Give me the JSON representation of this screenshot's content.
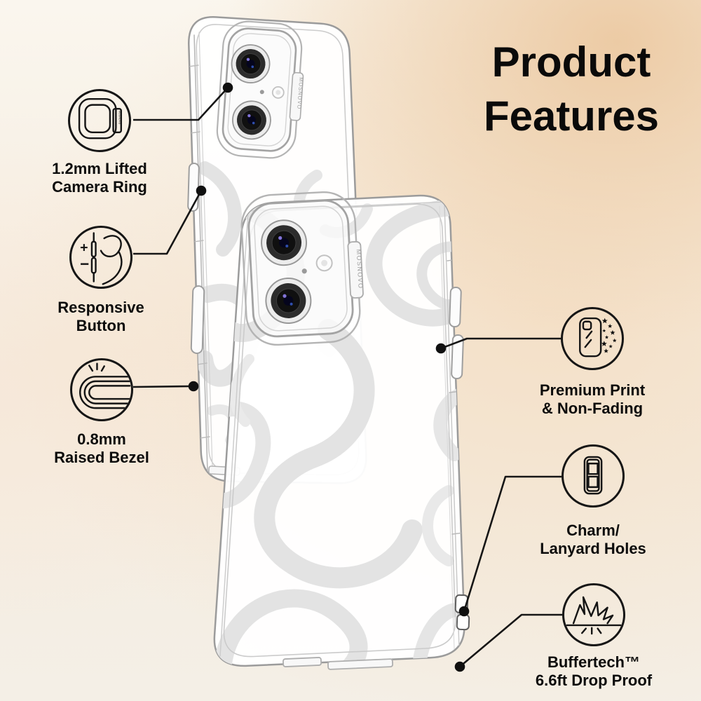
{
  "title": {
    "lines": [
      "Product",
      "Features"
    ]
  },
  "brand": "MOSNOVO",
  "features": [
    {
      "id": "lifted-camera-ring",
      "icon": "camera-ring-icon",
      "lines": [
        "1.2mm Lifted",
        "Camera Ring"
      ]
    },
    {
      "id": "responsive-button",
      "icon": "responsive-button-icon",
      "lines": [
        "Responsive",
        "Button"
      ],
      "plus": "+",
      "minus": "−"
    },
    {
      "id": "raised-bezel",
      "icon": "raised-bezel-icon",
      "lines": [
        "0.8mm",
        "Raised Bezel"
      ]
    },
    {
      "id": "premium-print",
      "icon": "premium-print-icon",
      "lines": [
        "Premium Print",
        "& Non-Fading"
      ]
    },
    {
      "id": "charm-lanyard-holes",
      "icon": "charm-lanyard-icon",
      "lines": [
        "Charm/",
        "Lanyard Holes"
      ]
    },
    {
      "id": "buffertech-drop-proof",
      "icon": "drop-proof-icon",
      "lines": [
        "Buffertech™",
        "6.6ft Drop Proof"
      ]
    }
  ],
  "colors": {
    "background_peach": "#ebc79e",
    "background_cream": "#faf6ee",
    "annotation_line": "#161616",
    "text": "#0c0c0c",
    "case_outline": "#9b9b9b",
    "swirl_gray": "#e3e3e3",
    "lens_dark": "#101010",
    "lens_glint_purple": "#8274d8",
    "lens_glint_blue": "#2f4fae"
  }
}
